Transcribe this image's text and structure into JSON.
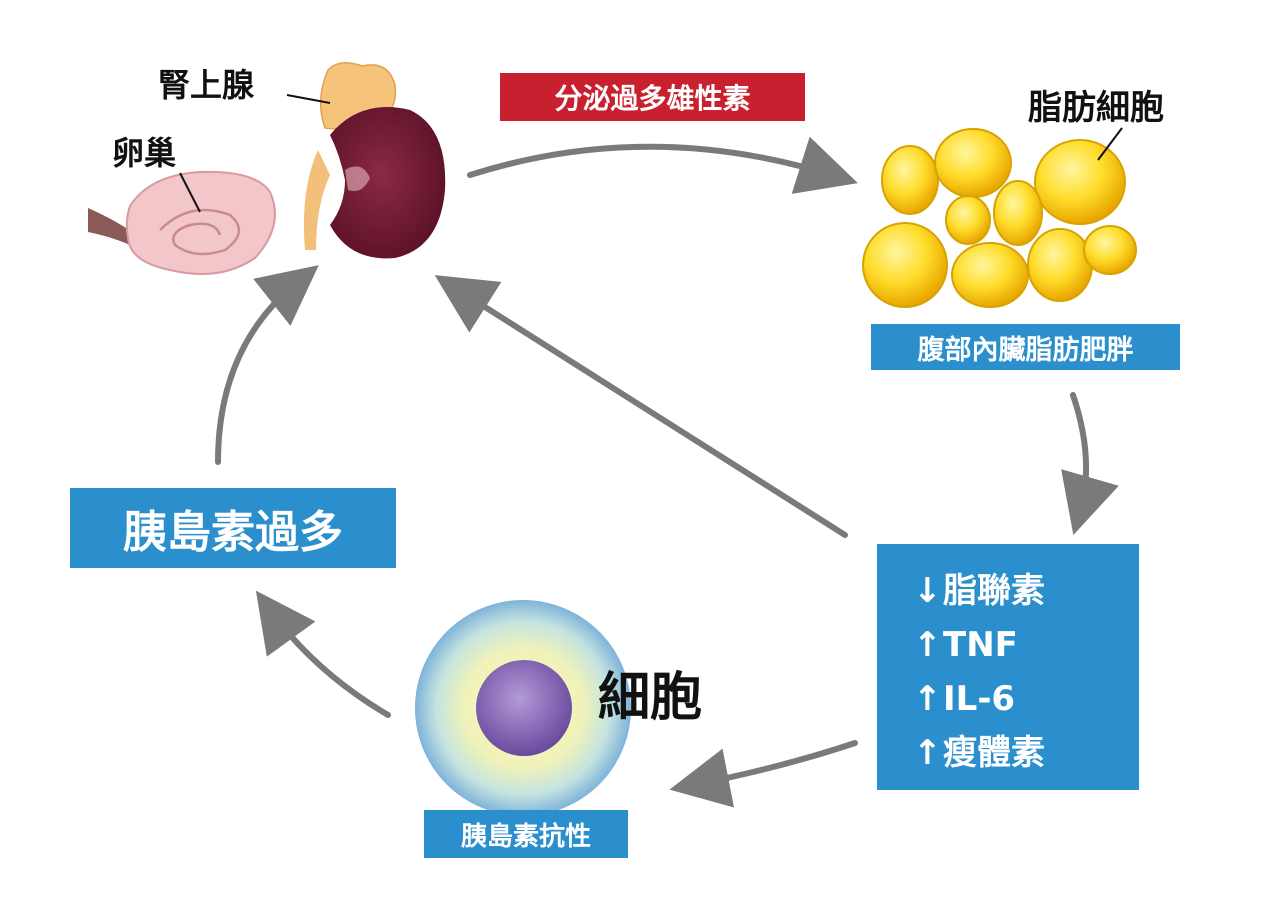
{
  "labels": {
    "adrenal": "腎上腺",
    "ovary": "卵巢",
    "fat_cells": "脂肪細胞",
    "cell": "細胞"
  },
  "boxes": {
    "androgen": "分泌過多雄性素",
    "visceral_obesity": "腹部內臟脂肪肥胖",
    "hyperinsulinemia": "胰島素過多",
    "insulin_resistance": "胰島素抗性"
  },
  "effects": [
    {
      "arrow": "↓",
      "text": "脂聯素"
    },
    {
      "arrow": "↑",
      "text": "TNF"
    },
    {
      "arrow": "↑",
      "text": "IL-6"
    },
    {
      "arrow": "↑",
      "text": "瘦體素"
    }
  ],
  "colors": {
    "box_blue": "#2b8fce",
    "box_red": "#c8202f",
    "arrow_gray": "#7a7a7a"
  }
}
